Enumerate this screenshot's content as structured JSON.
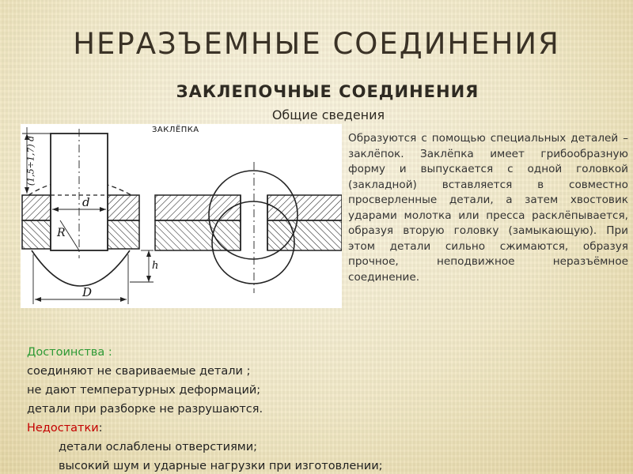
{
  "slide": {
    "title": "НЕРАЗЪЕМНЫЕ СОЕДИНЕНИЯ",
    "section_title": "ЗАКЛЕПОЧНЫЕ СОЕДИНЕНИЯ",
    "subsection_title": "Общие сведения"
  },
  "figure": {
    "label": "ЗАКЛЁПКА",
    "dim_head_height": "(1,5÷1,7) d",
    "dim_d": "d",
    "dim_r": "R",
    "dim_h": "h",
    "dim_D": "D"
  },
  "description": "Образуются с помощью специальных деталей – заклёпок. Заклёпка имеет грибообразную форму и выпускается с одной головкой (закладной) вставляется в совместно просверленные детали, а затем хвостовик ударами молотка или пресса расклёпывается, образуя вторую головку (замыкающую). При этом детали сильно сжимаются, образуя прочное, неподвижное неразъёмное соединение.",
  "advantages": {
    "heading": "Достоинства",
    "heading_suffix": " :",
    "items": [
      "соединяют не свариваемые детали ;",
      "не дают температурных деформаций;",
      "детали при разборке не разрушаются."
    ]
  },
  "disadvantages": {
    "heading": "Недостатки",
    "heading_suffix": ":",
    "items": [
      "детали ослаблены отверстиями;",
      "высокий шум и ударные нагрузки при изготовлении;"
    ]
  },
  "colors": {
    "advantages_heading": "#2e9a35",
    "disadvantages_heading": "#c40000"
  }
}
